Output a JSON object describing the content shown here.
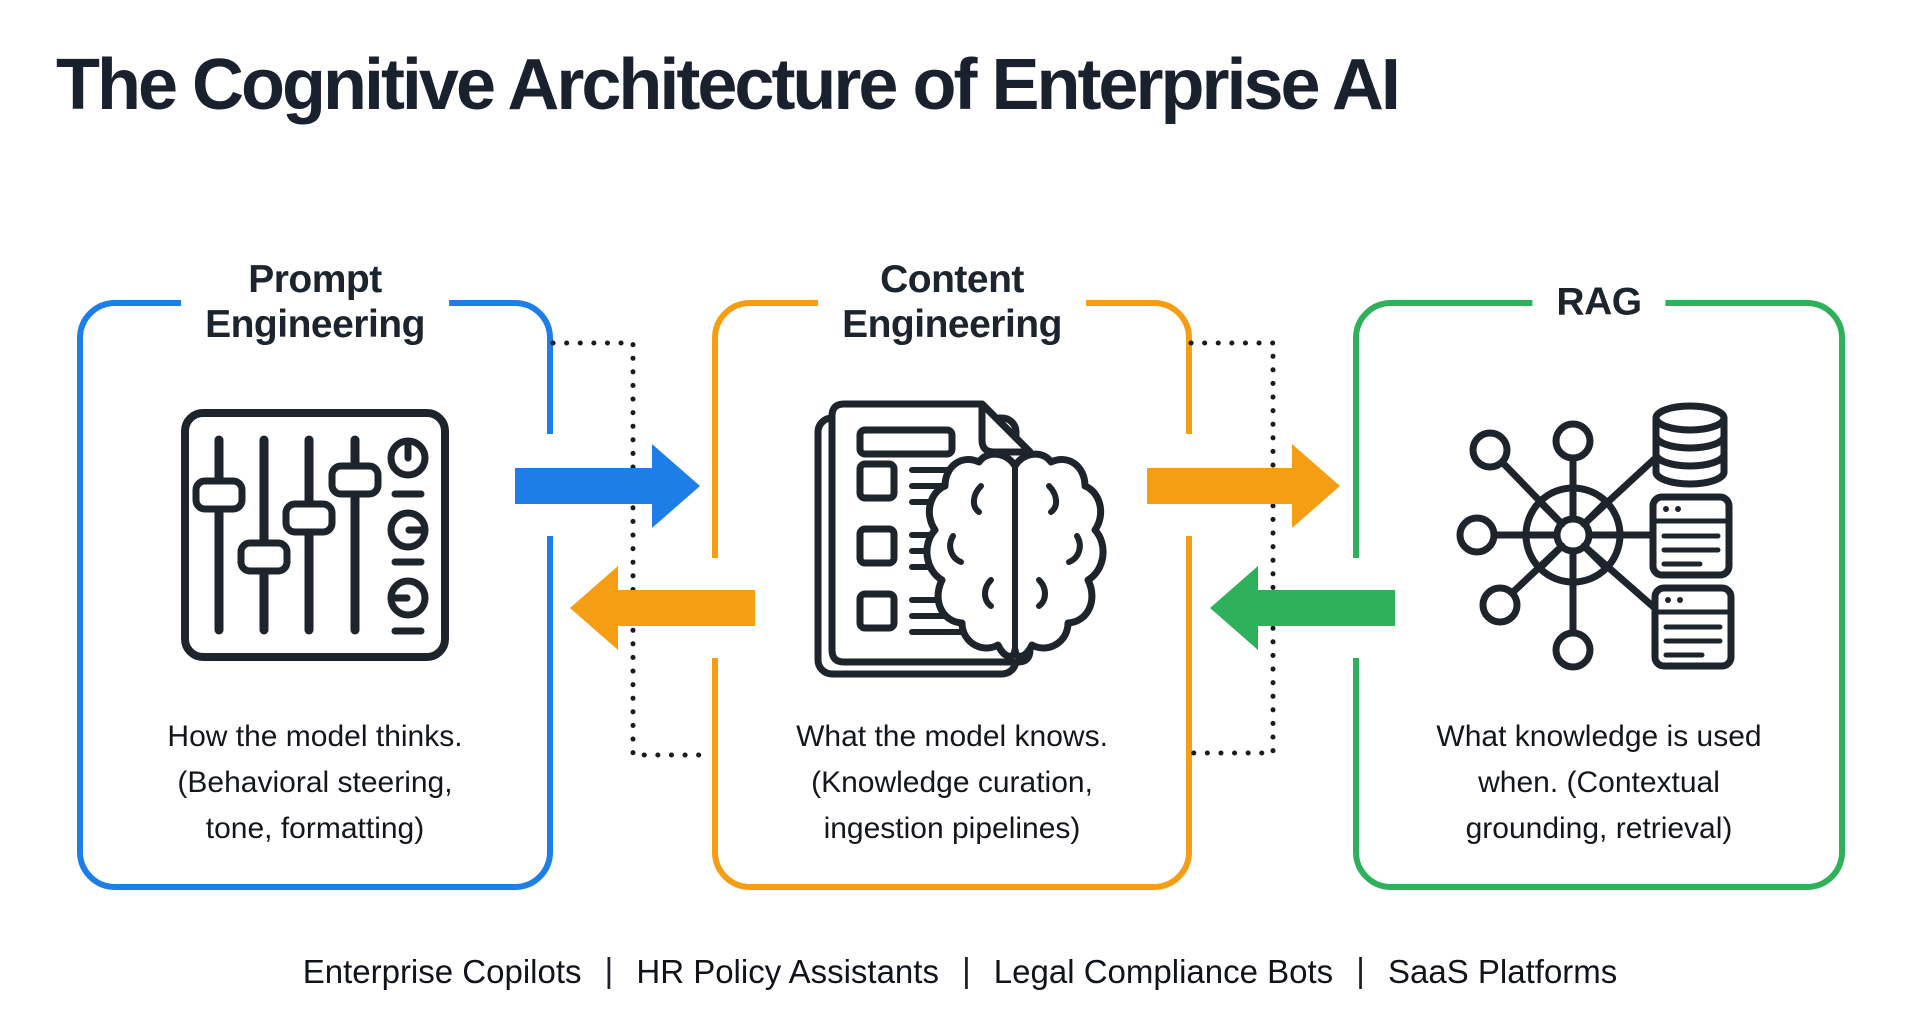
{
  "title": "The Cognitive Architecture of Enterprise AI",
  "stages": [
    {
      "name": "Prompt Engineering",
      "title_lines": [
        "Prompt",
        "Engineering"
      ],
      "description_lines": [
        "How the model thinks.",
        "(Behavioral steering,",
        "tone, formatting)"
      ],
      "accent_color": "#1d7ee8",
      "icon": "mixer-sliders-icon"
    },
    {
      "name": "Content Engineering",
      "title_lines": [
        "Content",
        "Engineering"
      ],
      "description_lines": [
        "What the model knows.",
        "(Knowledge curation,",
        "ingestion pipelines)"
      ],
      "accent_color": "#f59e14",
      "icon": "document-brain-icon"
    },
    {
      "name": "RAG",
      "title_lines": [
        "RAG"
      ],
      "description_lines": [
        "What knowledge is used",
        "when. (Contextual",
        "grounding, retrieval)"
      ],
      "accent_color": "#2fb05a",
      "icon": "knowledge-graph-icon"
    }
  ],
  "flows": [
    {
      "from": "Prompt Engineering",
      "to": "Content Engineering",
      "direction": "right",
      "color": "#1d7ee8"
    },
    {
      "from": "Content Engineering",
      "to": "Prompt Engineering",
      "direction": "left",
      "color": "#f59e14"
    },
    {
      "from": "Content Engineering",
      "to": "RAG",
      "direction": "right",
      "color": "#f59e14"
    },
    {
      "from": "RAG",
      "to": "Content Engineering",
      "direction": "left",
      "color": "#2fb05a"
    }
  ],
  "footer": {
    "divider": "|",
    "items": [
      "Enterprise Copilots",
      "HR Policy Assistants",
      "Legal Compliance Bots",
      "SaaS Platforms"
    ]
  }
}
